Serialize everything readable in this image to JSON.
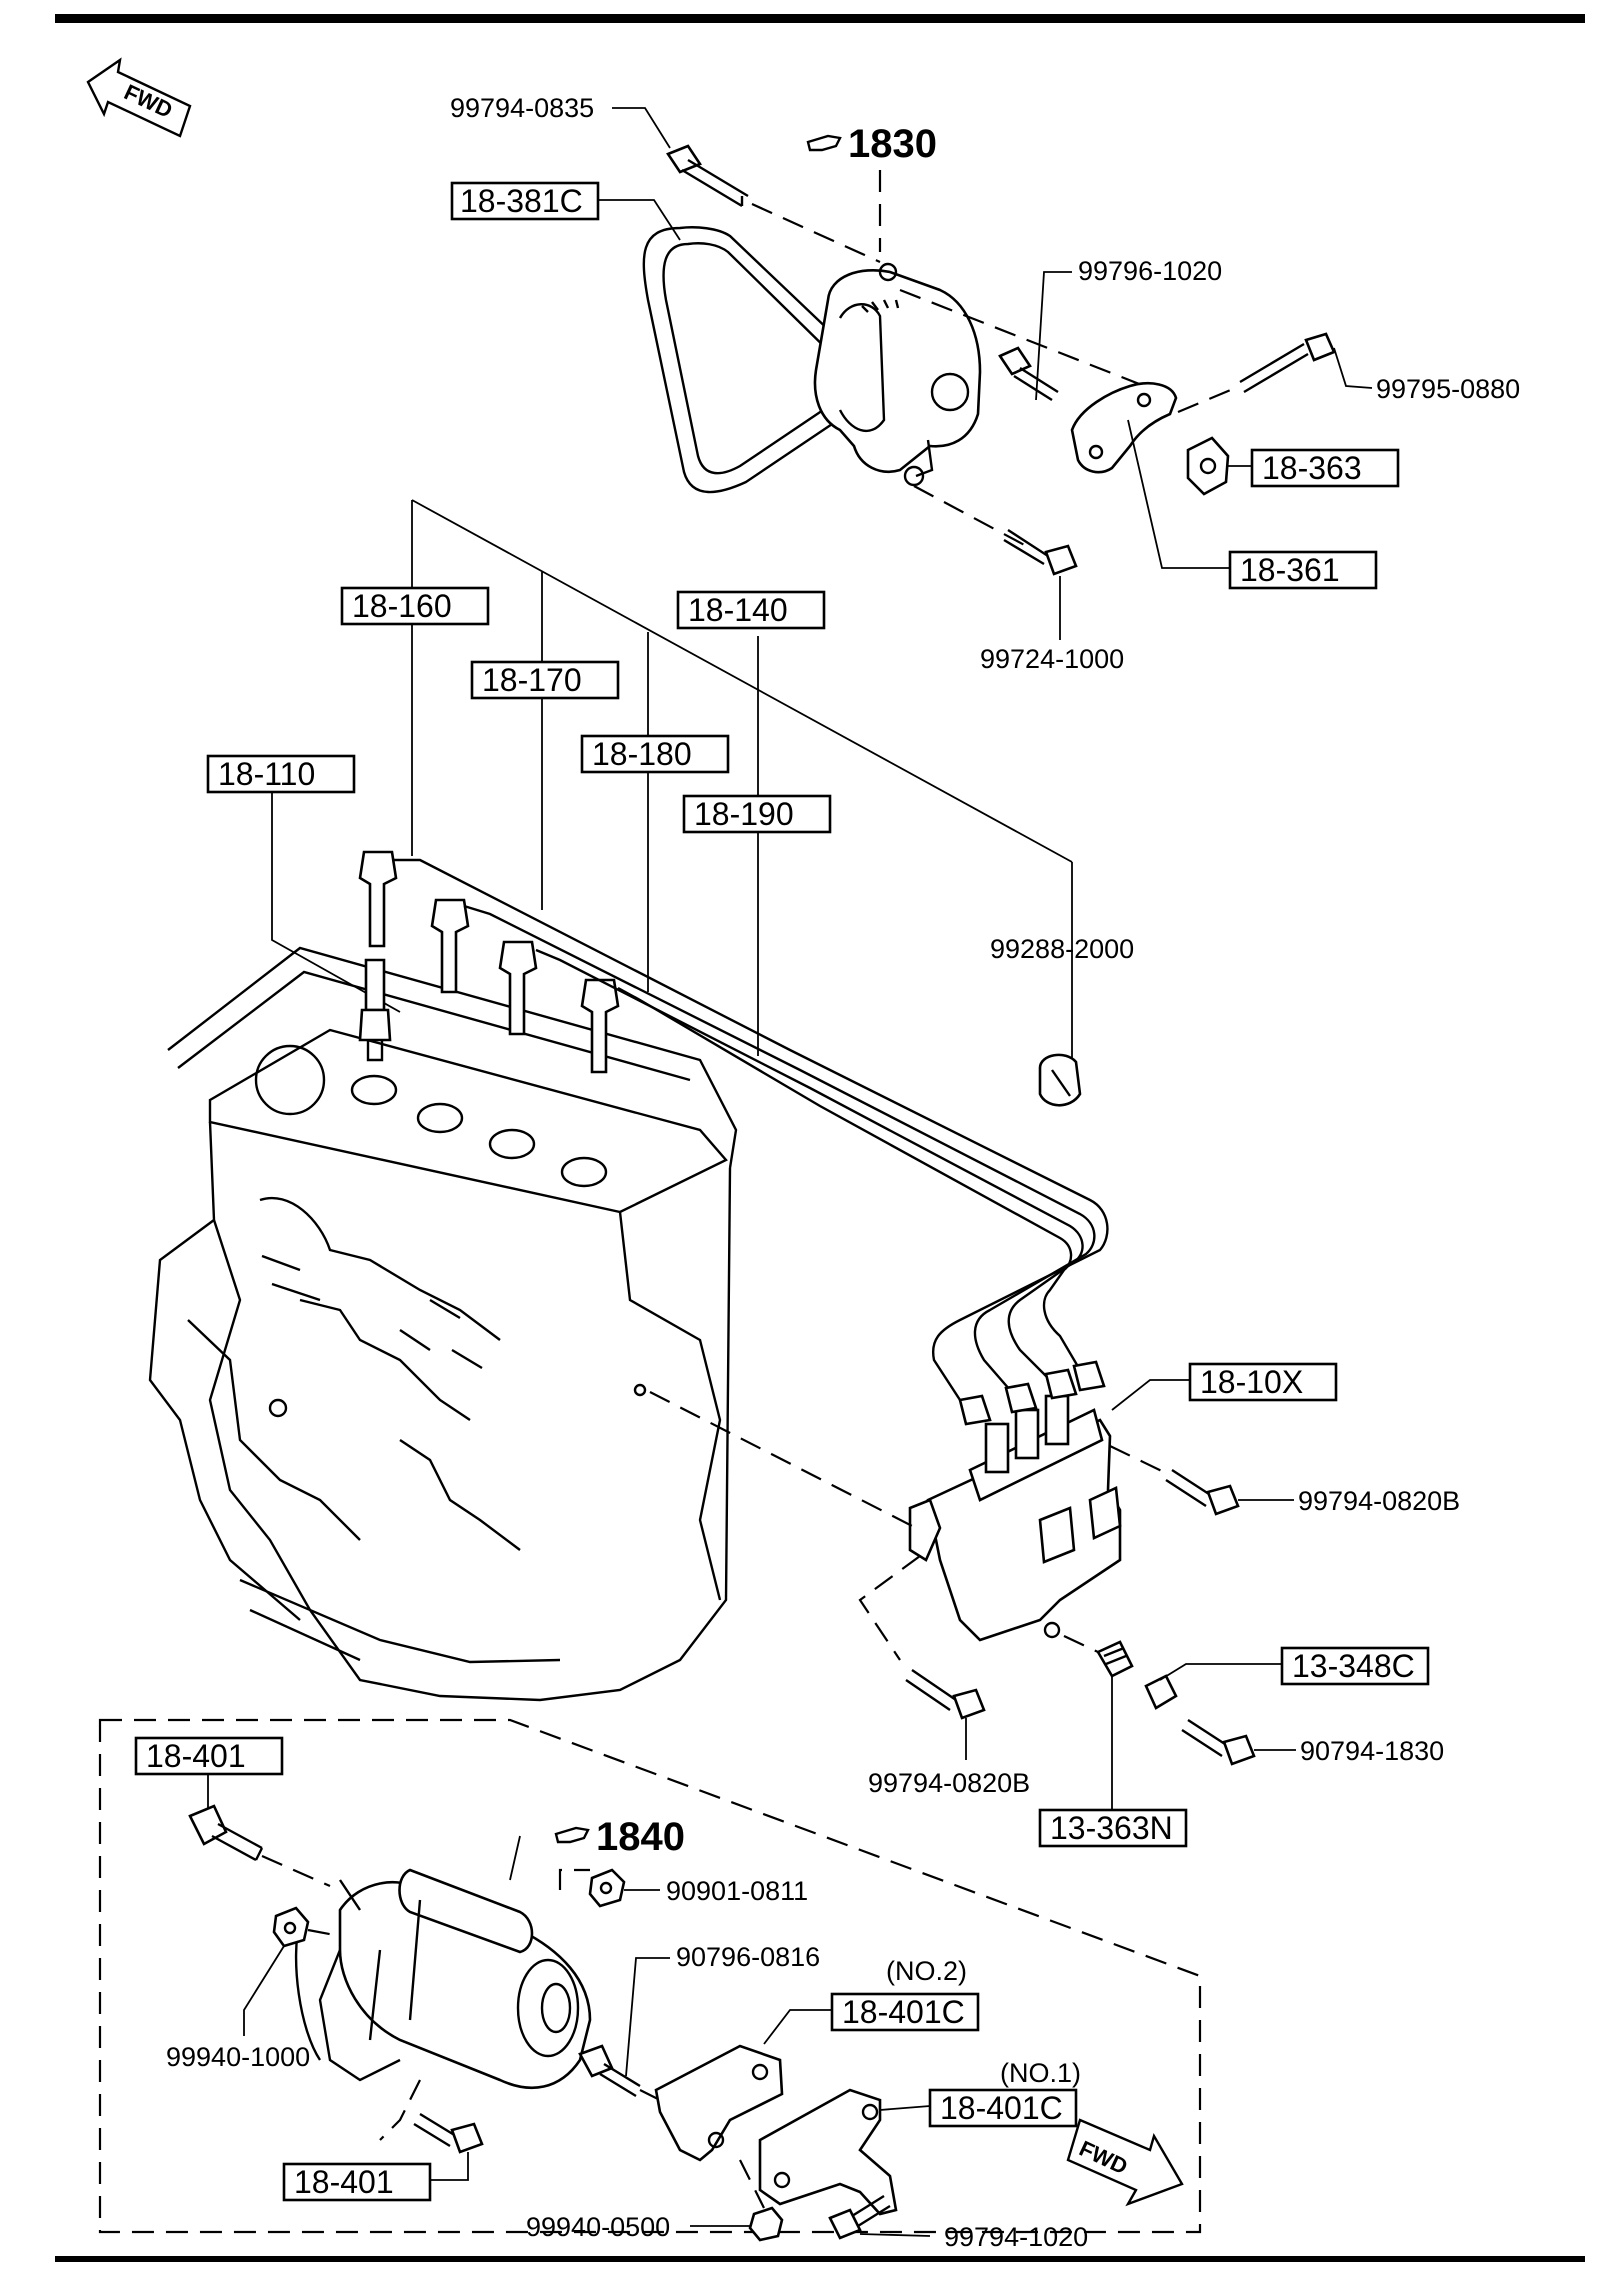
{
  "fwd_top": "FWD",
  "fwd_bottom": "FWD",
  "refs": {
    "alternator_section": "1830",
    "starter_section": "1840"
  },
  "notes": {
    "no2": "(NO.2)",
    "no1": "(NO.1)"
  },
  "boxed_labels": {
    "b18_381C": "18-381C",
    "b18_363": "18-363",
    "b18_361": "18-361",
    "b18_160": "18-160",
    "b18_140": "18-140",
    "b18_170": "18-170",
    "b18_180": "18-180",
    "b18_110": "18-110",
    "b18_190": "18-190",
    "b18_10X": "18-10X",
    "b13_348C": "13-348C",
    "b13_363N": "13-363N",
    "b18_401_top": "18-401",
    "b18_401C_no2": "18-401C",
    "b18_401C_no1": "18-401C",
    "b18_401_bottom": "18-401"
  },
  "part_numbers": {
    "p99794_0835": "99794-0835",
    "p99796_1020": "99796-1020",
    "p99795_0880": "99795-0880",
    "p99724_1000": "99724-1000",
    "p99288_2000": "99288-2000",
    "p99794_0820B_right": "99794-0820B",
    "p99794_0820B_bottom": "99794-0820B",
    "p90794_1830": "90794-1830",
    "p90901_0811": "90901-0811",
    "p90796_0816": "90796-0816",
    "p99940_1000": "99940-1000",
    "p99940_0500": "99940-0500",
    "p99794_1020": "99794-1020"
  }
}
